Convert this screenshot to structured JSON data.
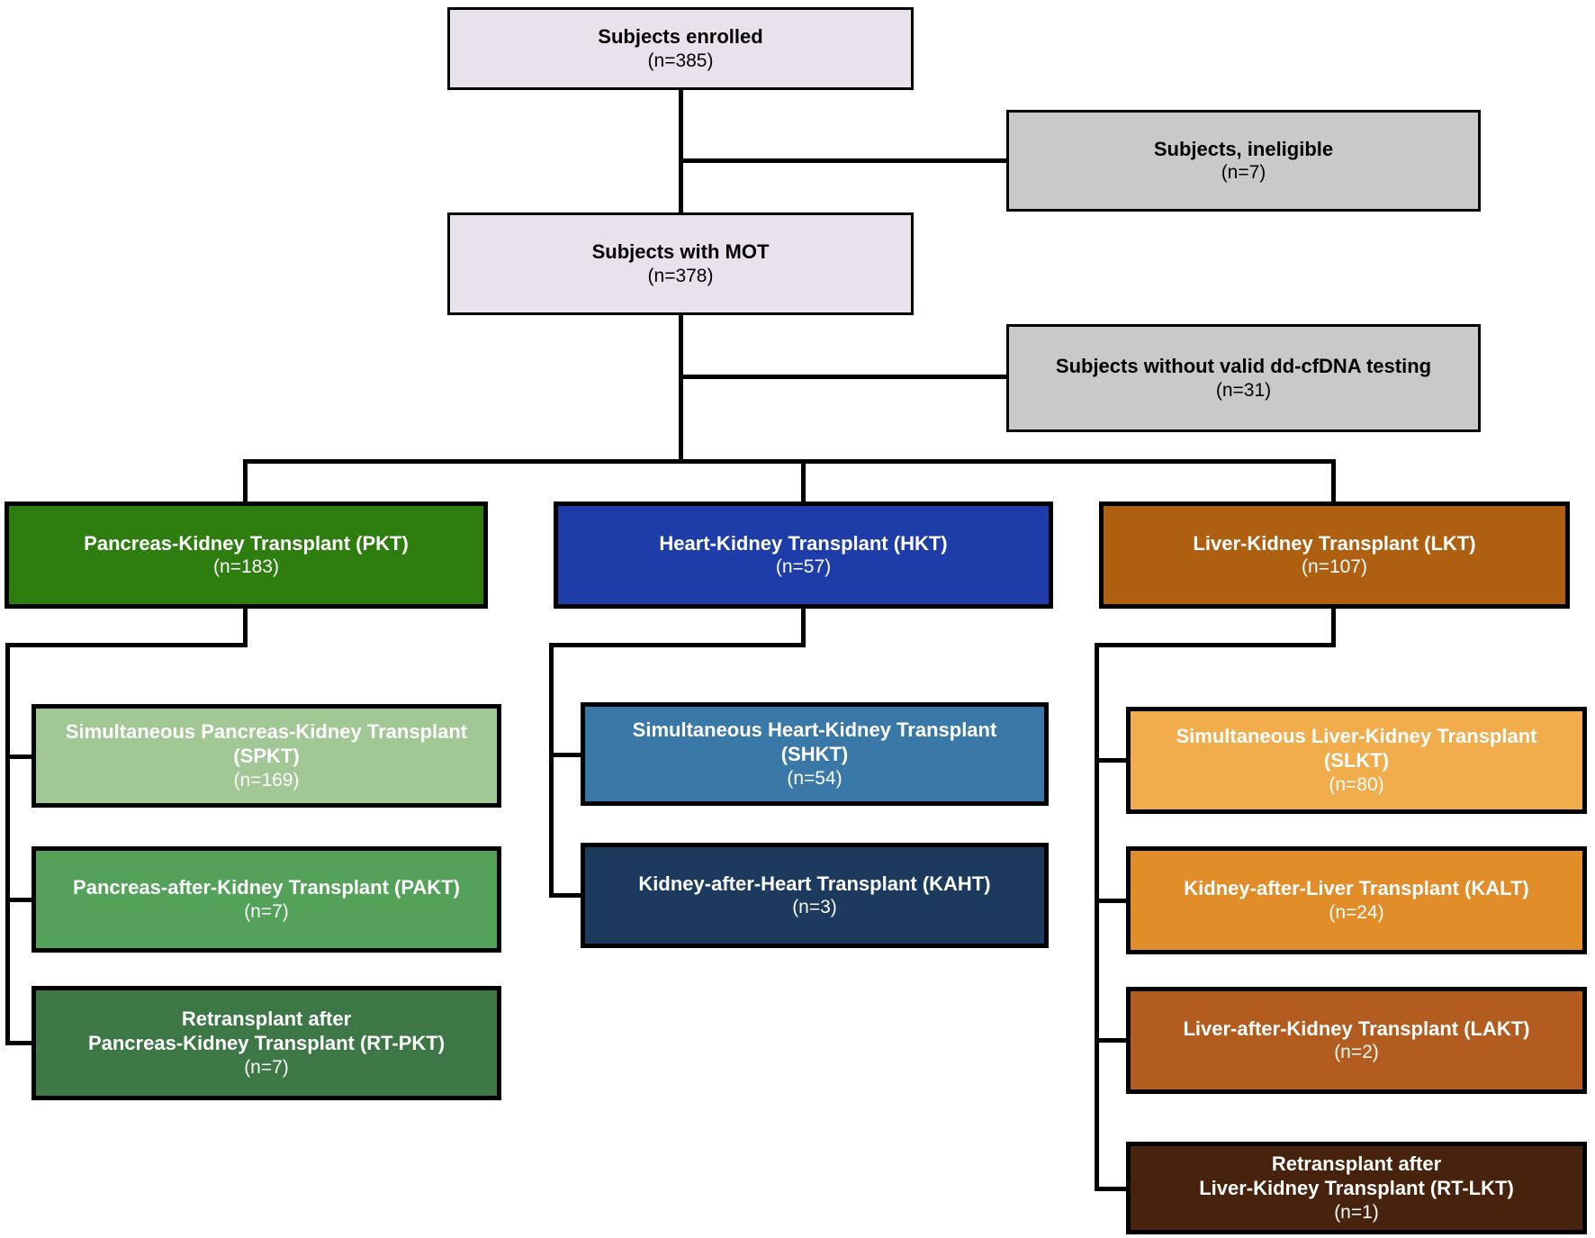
{
  "nodes": {
    "enrolled": {
      "title": "Subjects enrolled",
      "n": "(n=385)"
    },
    "ineligible": {
      "title": "Subjects, ineligible",
      "n": "(n=7)"
    },
    "mot": {
      "title": "Subjects with MOT",
      "n": "(n=378)"
    },
    "no_cfdna": {
      "title": "Subjects without valid dd-cfDNA testing",
      "n": "(n=31)"
    },
    "pkt": {
      "title": "Pancreas-Kidney Transplant (PKT)",
      "n": "(n=183)"
    },
    "spkt": {
      "title": "Simultaneous Pancreas-Kidney Transplant",
      "title2": "(SPKT)",
      "n": "(n=169)"
    },
    "pakt": {
      "title": "Pancreas-after-Kidney Transplant (PAKT)",
      "n": "(n=7)"
    },
    "rtpkt": {
      "title": "Retransplant after",
      "title2": "Pancreas-Kidney Transplant (RT-PKT)",
      "n": "(n=7)"
    },
    "hkt": {
      "title": "Heart-Kidney Transplant (HKT)",
      "n": "(n=57)"
    },
    "shkt": {
      "title": "Simultaneous Heart-Kidney Transplant",
      "title2": "(SHKT)",
      "n": "(n=54)"
    },
    "kaht": {
      "title": "Kidney-after-Heart Transplant (KAHT)",
      "n": "(n=3)"
    },
    "lkt": {
      "title": "Liver-Kidney Transplant (LKT)",
      "n": "(n=107)"
    },
    "slkt": {
      "title": "Simultaneous Liver-Kidney Transplant",
      "title2": "(SLKT)",
      "n": "(n=80)"
    },
    "kalt": {
      "title": "Kidney-after-Liver Transplant (KALT)",
      "n": "(n=24)"
    },
    "lakt": {
      "title": "Liver-after-Kidney Transplant (LAKT)",
      "n": "(n=2)"
    },
    "rtlkt": {
      "title": "Retransplant after",
      "title2": "Liver-Kidney Transplant (RT-LKT)",
      "n": "(n=1)"
    }
  },
  "colors": {
    "neutral_lavender": "#e8e2ec",
    "neutral_gray": "#c9c9c9",
    "pkt": "#2e7d0f",
    "spkt": "#a1c795",
    "pakt": "#54a159",
    "rtpkt": "#3e7746",
    "hkt": "#1e3da8",
    "shkt": "#3a78a8",
    "kaht": "#1b3a5d",
    "lkt": "#ae5f10",
    "slkt": "#f1ac4b",
    "kalt": "#e08d2a",
    "lakt": "#b25d1f",
    "rtlkt": "#47230e",
    "connector_line": "#000000",
    "text_on_neutral": "#000000",
    "text_on_colored": "#ffffff"
  }
}
